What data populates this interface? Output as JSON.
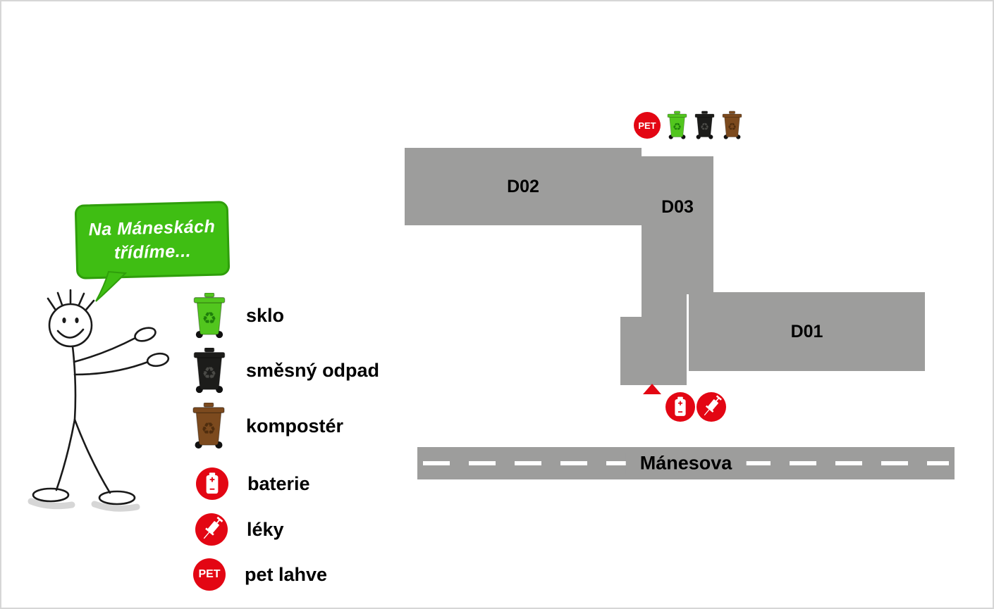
{
  "speech_bubble": {
    "line1": "Na Máneskách",
    "line2": "třídíme..."
  },
  "legend": {
    "items": [
      {
        "icon": "green-bin",
        "label": "sklo"
      },
      {
        "icon": "black-bin",
        "label": "směsný odpad"
      },
      {
        "icon": "brown-bin",
        "label": "kompostér"
      },
      {
        "icon": "battery",
        "label": "baterie"
      },
      {
        "icon": "syringe",
        "label": "léky"
      },
      {
        "icon": "pet",
        "label": "pet lahve"
      }
    ],
    "pet_text": "PET"
  },
  "map": {
    "buildings": [
      {
        "id": "D02"
      },
      {
        "id": "D03"
      },
      {
        "id": "D01"
      }
    ],
    "street": {
      "name": "Mánesova"
    },
    "sorting_point_icons": [
      "pet",
      "green-bin",
      "black-bin",
      "brown-bin"
    ],
    "entrance_icons": [
      "battery",
      "syringe"
    ],
    "pet_text": "PET"
  },
  "colors": {
    "green": "#3FBE13",
    "bin_green": "#52C61E",
    "bin_black": "#1C1C1A",
    "bin_brown": "#7C4A1E",
    "red": "#E30613",
    "gray": "#9D9D9C"
  }
}
